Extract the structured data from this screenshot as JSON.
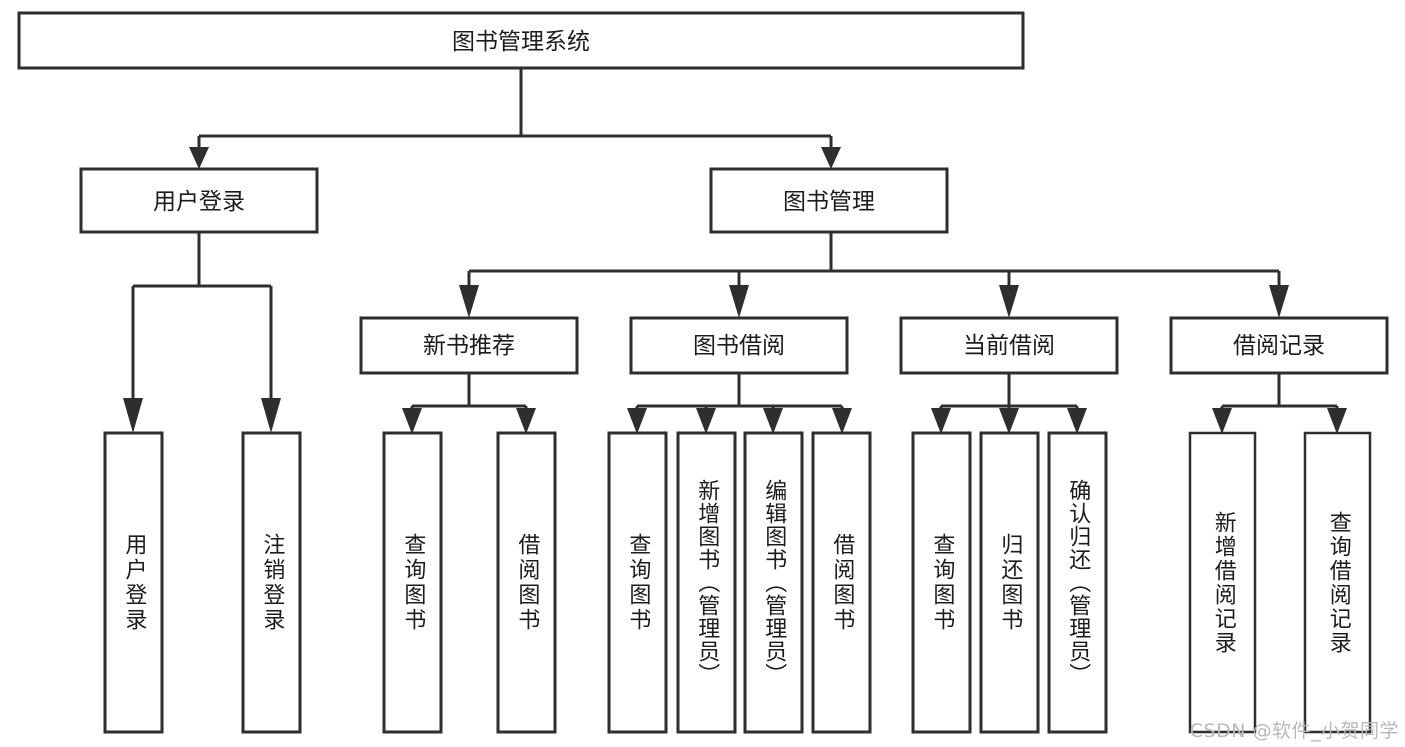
{
  "diagram": {
    "type": "tree-hierarchy",
    "title": "图书管理系统",
    "watermark": "CSDN @软件_小贺同学",
    "colors": {
      "stroke": "#2e2e2e",
      "fill": "#ffffff",
      "text": "#1c1c1c",
      "watermark": "#b9b9b9",
      "background": "#ffffff"
    },
    "levels": {
      "root": {
        "label": "图书管理系统"
      },
      "level2": [
        {
          "label": "用户登录"
        },
        {
          "label": "图书管理"
        }
      ],
      "level3": [
        {
          "label": "新书推荐"
        },
        {
          "label": "图书借阅"
        },
        {
          "label": "当前借阅"
        },
        {
          "label": "借阅记录"
        }
      ]
    },
    "nodes": {
      "root": "图书管理系统",
      "user_login": "用户登录",
      "book_manage": "图书管理",
      "new_book_recommend": "新书推荐",
      "book_borrow": "图书借阅",
      "current_borrow": "当前借阅",
      "borrow_record": "借阅记录",
      "leaf_user_login": "用户登录",
      "leaf_logout_login": "注销登录",
      "leaf_query_book_1": "查询图书",
      "leaf_borrow_book_1": "借阅图书",
      "leaf_query_book_2": "查询图书",
      "leaf_add_book_admin": "新增图书（管理员）",
      "leaf_edit_book_admin": "编辑图书（管理员）",
      "leaf_borrow_book_2": "借阅图书",
      "leaf_query_book_3": "查询图书",
      "leaf_return_book": "归还图书",
      "leaf_confirm_return_admin": "确认归还（管理员）",
      "leaf_add_borrow_record": "新增借阅记录",
      "leaf_query_borrow_record": "查询借阅记录"
    },
    "edges": [
      {
        "from": "root",
        "to": "user_login"
      },
      {
        "from": "root",
        "to": "book_manage"
      },
      {
        "from": "user_login",
        "to": "leaf_user_login"
      },
      {
        "from": "user_login",
        "to": "leaf_logout_login"
      },
      {
        "from": "book_manage",
        "to": "new_book_recommend"
      },
      {
        "from": "book_manage",
        "to": "book_borrow"
      },
      {
        "from": "book_manage",
        "to": "current_borrow"
      },
      {
        "from": "book_manage",
        "to": "borrow_record"
      },
      {
        "from": "new_book_recommend",
        "to": "leaf_query_book_1"
      },
      {
        "from": "new_book_recommend",
        "to": "leaf_borrow_book_1"
      },
      {
        "from": "book_borrow",
        "to": "leaf_query_book_2"
      },
      {
        "from": "book_borrow",
        "to": "leaf_add_book_admin"
      },
      {
        "from": "book_borrow",
        "to": "leaf_edit_book_admin"
      },
      {
        "from": "book_borrow",
        "to": "leaf_borrow_book_2"
      },
      {
        "from": "current_borrow",
        "to": "leaf_query_book_3"
      },
      {
        "from": "current_borrow",
        "to": "leaf_return_book"
      },
      {
        "from": "current_borrow",
        "to": "leaf_confirm_return_admin"
      },
      {
        "from": "borrow_record",
        "to": "leaf_add_borrow_record"
      },
      {
        "from": "borrow_record",
        "to": "leaf_query_borrow_record"
      }
    ]
  }
}
